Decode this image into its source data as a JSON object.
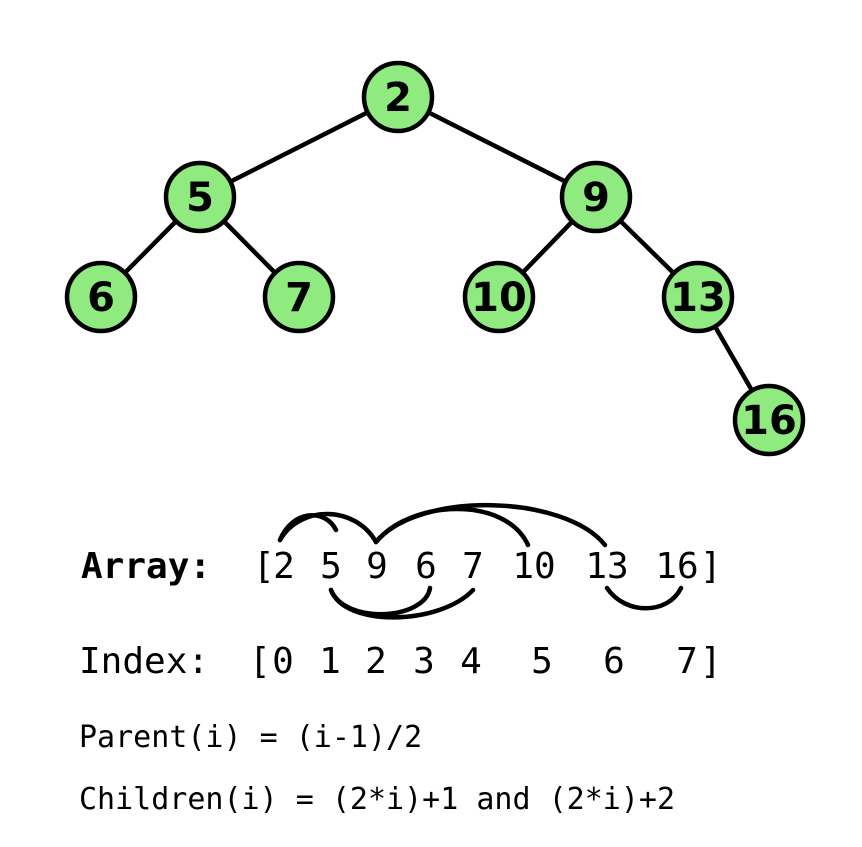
{
  "tree": {
    "node_fill": "#8fea80",
    "stroke_color": "#000000",
    "nodes": [
      {
        "id": "n0",
        "label": "2"
      },
      {
        "id": "n1",
        "label": "5"
      },
      {
        "id": "n2",
        "label": "9"
      },
      {
        "id": "n3",
        "label": "6"
      },
      {
        "id": "n4",
        "label": "7"
      },
      {
        "id": "n5",
        "label": "10"
      },
      {
        "id": "n6",
        "label": "13"
      },
      {
        "id": "n7",
        "label": "16"
      }
    ],
    "edges": [
      {
        "from": "n0",
        "to": "n1"
      },
      {
        "from": "n0",
        "to": "n2"
      },
      {
        "from": "n1",
        "to": "n3"
      },
      {
        "from": "n1",
        "to": "n4"
      },
      {
        "from": "n2",
        "to": "n5"
      },
      {
        "from": "n2",
        "to": "n6"
      },
      {
        "from": "n6",
        "to": "n7"
      }
    ]
  },
  "array": {
    "label": "Array:",
    "open_bracket": "[",
    "close_bracket": "]",
    "values": [
      "2",
      "5",
      "9",
      "6",
      "7",
      "10",
      "13",
      "16"
    ]
  },
  "index": {
    "label": "Index:",
    "open_bracket": "[",
    "close_bracket": "]",
    "values": [
      "0",
      "1",
      "2",
      "3",
      "4",
      "5",
      "6",
      "7"
    ]
  },
  "formulas": {
    "parent": "Parent(i) = (i-1)/2",
    "children": "Children(i) = (2*i)+1 and (2*i)+2"
  }
}
